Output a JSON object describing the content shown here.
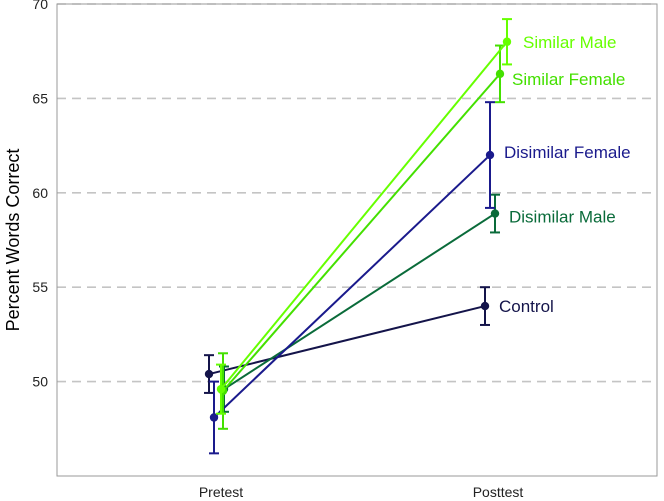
{
  "chart_data": {
    "type": "line",
    "title": "",
    "xlabel": "",
    "ylabel": "Percent Words Correct",
    "categories": [
      "Pretest",
      "Posttest"
    ],
    "ylim": [
      45,
      70
    ],
    "yticks": [
      50,
      55,
      60,
      65,
      70
    ],
    "grid": "horizontal dashed",
    "legend": "direct labels at posttest points",
    "series": [
      {
        "name": "Similar Male",
        "color": "#66ff00",
        "values": [
          49.6,
          68.0
        ],
        "errors": [
          1.3,
          1.2
        ]
      },
      {
        "name": "Similar Female",
        "color": "#44e000",
        "values": [
          49.5,
          66.3
        ],
        "errors": [
          2.0,
          1.5
        ]
      },
      {
        "name": "Disimilar Female",
        "color": "#1a1a8c",
        "values": [
          48.1,
          62.0
        ],
        "errors": [
          1.9,
          2.8
        ]
      },
      {
        "name": "Disimilar Male",
        "color": "#0a6b3a",
        "values": [
          49.6,
          58.9
        ],
        "errors": [
          1.2,
          1.0
        ]
      },
      {
        "name": "Control",
        "color": "#14144a",
        "values": [
          50.4,
          54.0
        ],
        "errors": [
          1.0,
          1.0
        ]
      }
    ]
  }
}
